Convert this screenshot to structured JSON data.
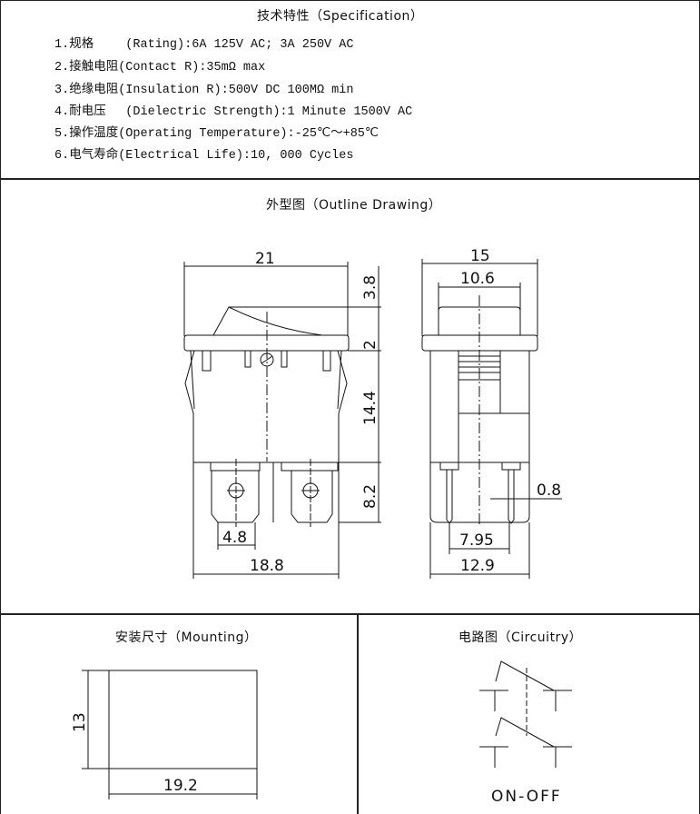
{
  "spec": {
    "title": "技术特性（Specification）",
    "items": [
      "1.规格　　 (Rating):6A 125V AC; 3A 250V AC",
      "2.接触电阻(Contact R):35mΩ max",
      "3.绝缘电阻(Insulation R):500V DC  100MΩ min",
      "4.耐电压　 (Dielectric Strength):1 Minute 1500V AC",
      "5.操作温度(Operating Temperature):-25℃～+85℃",
      "6.电气寿命(Electrical Life):10, 000 Cycles"
    ]
  },
  "outline": {
    "title": "外型图（Outline Drawing）",
    "front": {
      "width": "21",
      "h_top": "3.8",
      "h_plate": "2",
      "h_body": "14.4",
      "h_term": "8.2",
      "term_w": "4.8",
      "body_w": "18.8"
    },
    "side": {
      "width": "15",
      "cap_w": "10.6",
      "pin_t": "0.8",
      "pin_pitch": "7.95",
      "body_w": "12.9"
    }
  },
  "mounting": {
    "title": "安装尺寸（Mounting）",
    "height": "13",
    "width": "19.2"
  },
  "circuit": {
    "title": "电路图（Circuitry）",
    "label": "ON-OFF"
  }
}
